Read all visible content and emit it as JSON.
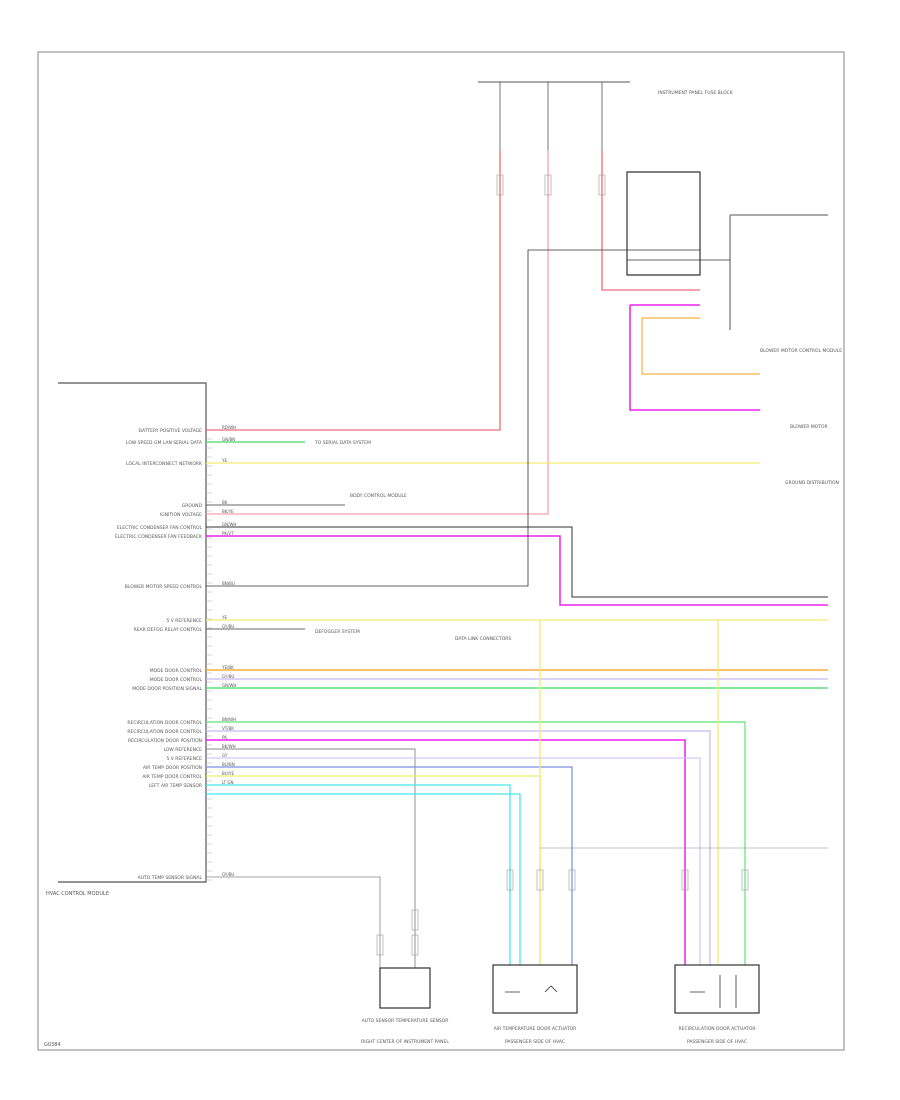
{
  "colors": {
    "border": "#9a9a9a",
    "text": "#555555",
    "red": "#f06a7a",
    "yellow": "#f2ec70",
    "green": "#5fe27a",
    "magenta": "#ee22ee",
    "orange": "#f4b040",
    "cyan": "#45e6e6",
    "blue": "#7b8de8",
    "lavender": "#c8b8f4",
    "gray": "#888888",
    "black": "#333333",
    "pink": "#ff9fb0"
  },
  "labels": {
    "module": "HVAC CONTROL MODULE",
    "footer_left": "G0384",
    "blower_motor_control_module": "BLOWER MOTOR CONTROL MODULE",
    "blower_motor": "BLOWER MOTOR",
    "serial_data_1": "TO SERIAL DATA SYSTEM",
    "body_control_module": "BODY CONTROL MODULE",
    "data_link_connectors": "DATA LINK CONNECTORS",
    "defogger_system": "DEFOGGER SYSTEM",
    "instrument_panel_fuse_block": "INSTRUMENT PANEL FUSE BLOCK",
    "ground_distribution": "GROUND DISTRIBUTION",
    "sensor_left": "AUTO SENSOR TEMPERATURE SENSOR",
    "sensor_left_sub": "RIGHT CENTER OF INSTRUMENT PANEL",
    "actuator_mid": "AIR TEMPERATURE DOOR ACTUATOR",
    "actuator_mid_sub": "PASSENGER SIDE OF HVAC",
    "actuator_right": "RECIRCULATION DOOR ACTUATOR",
    "actuator_right_sub": "PASSENGER SIDE OF HVAC"
  },
  "pins": [
    "BATTERY POSITIVE VOLTAGE",
    "LOW SPEED GM LAN SERIAL DATA",
    "LOCAL INTERCONNECT NETWORK",
    "GROUND",
    "IGNITION VOLTAGE",
    "ELECTRIC CONDENSER FAN CONTROL",
    "ELECTRIC CONDENSER FAN FEEDBACK",
    "BLOWER MOTOR SPEED CONTROL",
    "5 V REFERENCE",
    "REAR DEFOG RELAY CONTROL",
    "MODE DOOR CONTROL",
    "MODE DOOR CONTROL",
    "MODE DOOR POSITION SIGNAL",
    "RECIRCULATION DOOR CONTROL",
    "RECIRCULATION DOOR CONTROL",
    "RECIRCULATION DOOR POSITION",
    "LOW REFERENCE",
    "5 V REFERENCE",
    "AIR TEMP DOOR POSITION",
    "AIR TEMP DOOR CONTROL",
    "LEFT AIR TEMP SENSOR",
    "AUTO TEMP SENSOR SIGNAL"
  ],
  "wire_codes": [
    "RD/WH",
    "GN/BN",
    "YE",
    "BK",
    "BK/YE",
    "GN/WH",
    "PK/VT",
    "BN/BU",
    "YE",
    "GY/BU",
    "YE/BK",
    "GY/BU",
    "GN/WH",
    "BN/WH",
    "VT/BK",
    "PK",
    "BK/WH",
    "GY",
    "BU/BN",
    "BU/YE",
    "LT GN",
    "GY/BU"
  ]
}
